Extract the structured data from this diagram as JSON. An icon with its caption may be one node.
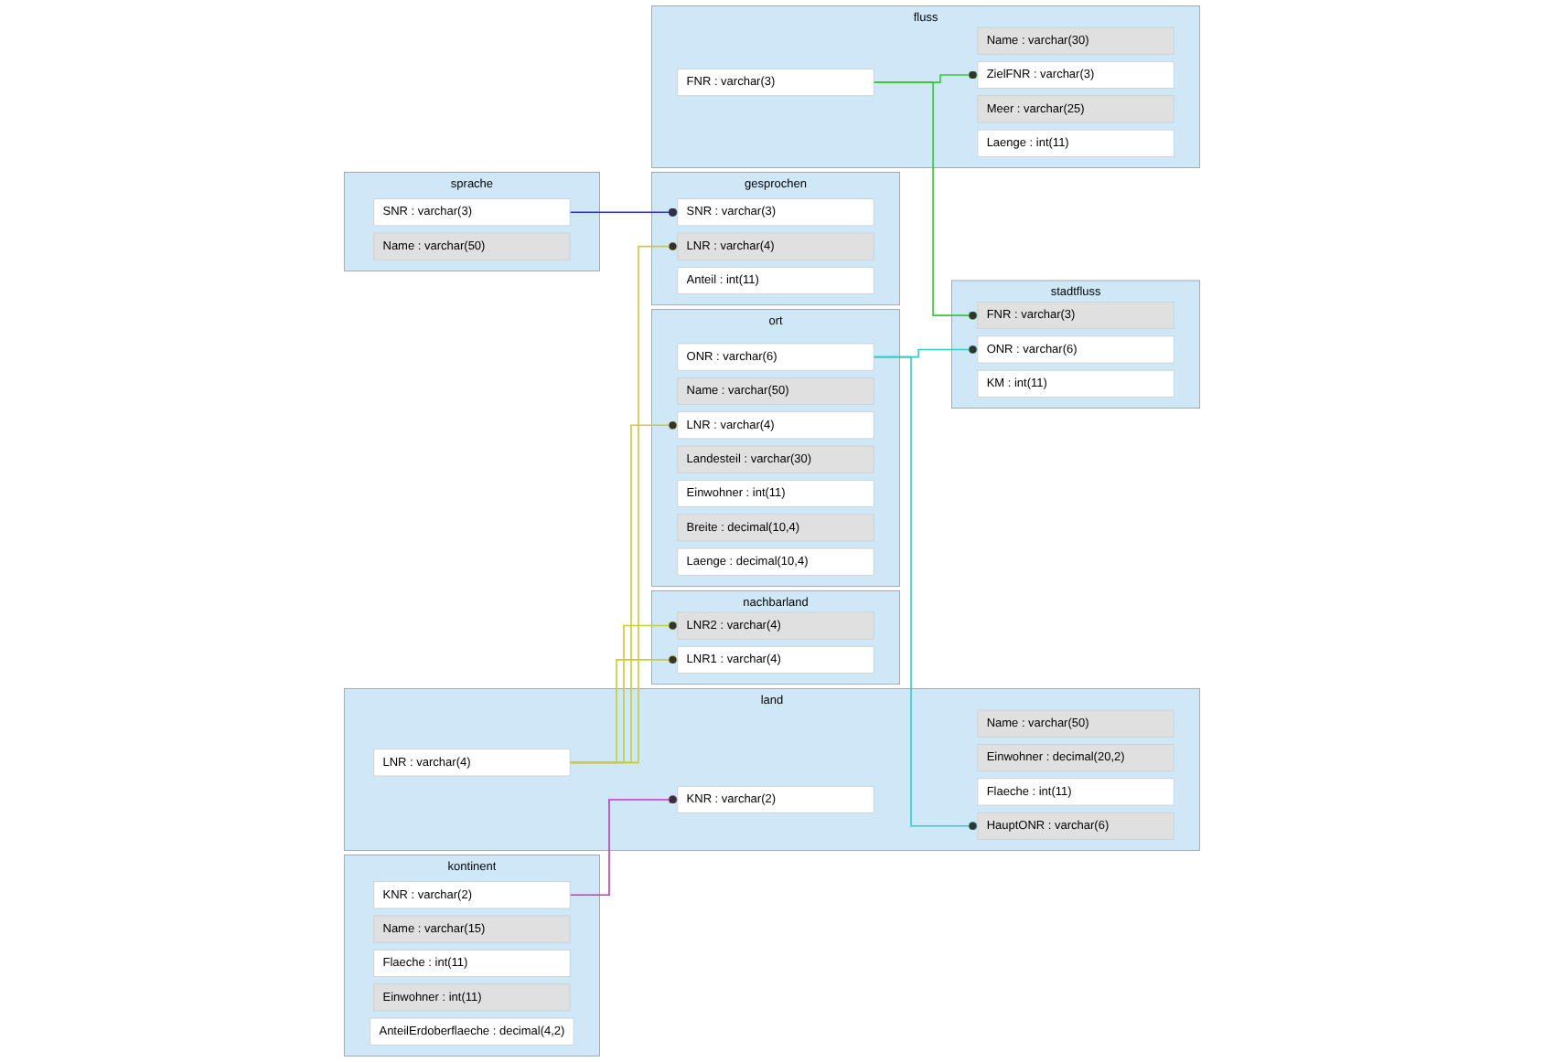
{
  "diagram": {
    "nodes": [
      {
        "text": [
          "nachbarland"
        ]
      },
      {
        "text": [
          "LNR1 : varchar(4)"
        ],
        "in": 0
      },
      {
        "text": [
          "LNR2 : varchar(4)"
        ],
        "in": 0
      },
      {
        "text": [
          "kontinent"
        ]
      },
      {
        "text": [
          "KNR : varchar(2)"
        ],
        "in": 3
      },
      {
        "text": [
          "Name : varchar(15)"
        ],
        "in": 3
      },
      {
        "text": [
          "Flaeche : int(11)"
        ],
        "in": 3
      },
      {
        "text": [
          "Einwohner : int(11)"
        ],
        "in": 3
      },
      {
        "text": [
          "AnteilErdoberflaeche : decimal(4,2)"
        ],
        "in": 3
      },
      {
        "text": [
          "land"
        ]
      },
      {
        "text": [
          "LNR : varchar(4)"
        ],
        "in": 9
      },
      {
        "text": [
          "Name : varchar(50)"
        ],
        "in": 9
      },
      {
        "text": [
          "KNR : varchar(2)"
        ],
        "in": 9
      },
      {
        "text": [
          "Einwohner : decimal(20,2)"
        ],
        "in": 9
      },
      {
        "text": [
          "Flaeche : int(11)"
        ],
        "in": 9
      },
      {
        "text": [
          "HauptONR : varchar(6)"
        ],
        "in": 9
      },
      {
        "text": [
          "ort"
        ]
      },
      {
        "text": [
          "ONR : varchar(6)"
        ],
        "in": 16
      },
      {
        "text": [
          "Name : varchar(50)"
        ],
        "in": 16
      },
      {
        "text": [
          "LNR : varchar(4)"
        ],
        "in": 16
      },
      {
        "text": [
          "Landesteil : varchar(30)"
        ],
        "in": 16
      },
      {
        "text": [
          "Einwohner : int(11)"
        ],
        "in": 16
      },
      {
        "text": [
          "Breite : decimal(10,4)"
        ],
        "in": 16
      },
      {
        "text": [
          "Laenge : decimal(10,4)"
        ],
        "in": 16
      },
      {
        "text": [
          "gesprochen"
        ]
      },
      {
        "text": [
          "SNR : varchar(3)"
        ],
        "in": 24
      },
      {
        "text": [
          "LNR : varchar(4)"
        ],
        "in": 24
      },
      {
        "text": [
          "Anteil : int(11)"
        ],
        "in": 24
      },
      {
        "text": [
          "stadtfluss"
        ]
      },
      {
        "text": [
          "ONR : varchar(6)"
        ],
        "in": 28
      },
      {
        "text": [
          "FNR : varchar(3)"
        ],
        "in": 28
      },
      {
        "text": [
          "KM : int(11)"
        ],
        "in": 28
      },
      {
        "text": [
          "sprache"
        ]
      },
      {
        "text": [
          "SNR : varchar(3)"
        ],
        "in": 32
      },
      {
        "text": [
          "Name : varchar(50)"
        ],
        "in": 32
      },
      {
        "text": [
          "fluss"
        ]
      },
      {
        "text": [
          "FNR : varchar(3)"
        ],
        "in": 35
      },
      {
        "text": [
          "Name : varchar(30)"
        ],
        "in": 35
      },
      {
        "text": [
          "ZielFNR : varchar(3)"
        ],
        "in": 35
      },
      {
        "text": [
          "Meer : varchar(25)"
        ],
        "in": 35
      },
      {
        "text": [
          "Laenge : int(11)"
        ],
        "in": 35
      }
    ],
    "edges": [
      {
        "from": 4,
        "to": 12,
        "arrow": "other",
        "color": "#cc33cc"
      },
      {
        "from": 10,
        "to": 1,
        "arrow": "other",
        "color": "#cccc33"
      },
      {
        "from": 10,
        "to": 2,
        "arrow": "other",
        "color": "#cccc33"
      },
      {
        "from": 10,
        "to": 19,
        "arrow": "other",
        "color": "#cccc33"
      },
      {
        "from": 10,
        "to": 26,
        "arrow": "other",
        "color": "#cccc33"
      },
      {
        "from": 17,
        "to": 15,
        "arrow": "other",
        "color": "#33cccc"
      },
      {
        "from": 17,
        "to": 29,
        "arrow": "other",
        "color": "#33cccc"
      },
      {
        "from": 33,
        "to": 25,
        "arrow": "other",
        "color": "#3333cc"
      },
      {
        "from": 36,
        "to": 30,
        "arrow": "other",
        "color": "#33cc33"
      },
      {
        "from": 36,
        "to": 38,
        "arrow": "other",
        "color": "#33cc33"
      }
    ]
  }
}
